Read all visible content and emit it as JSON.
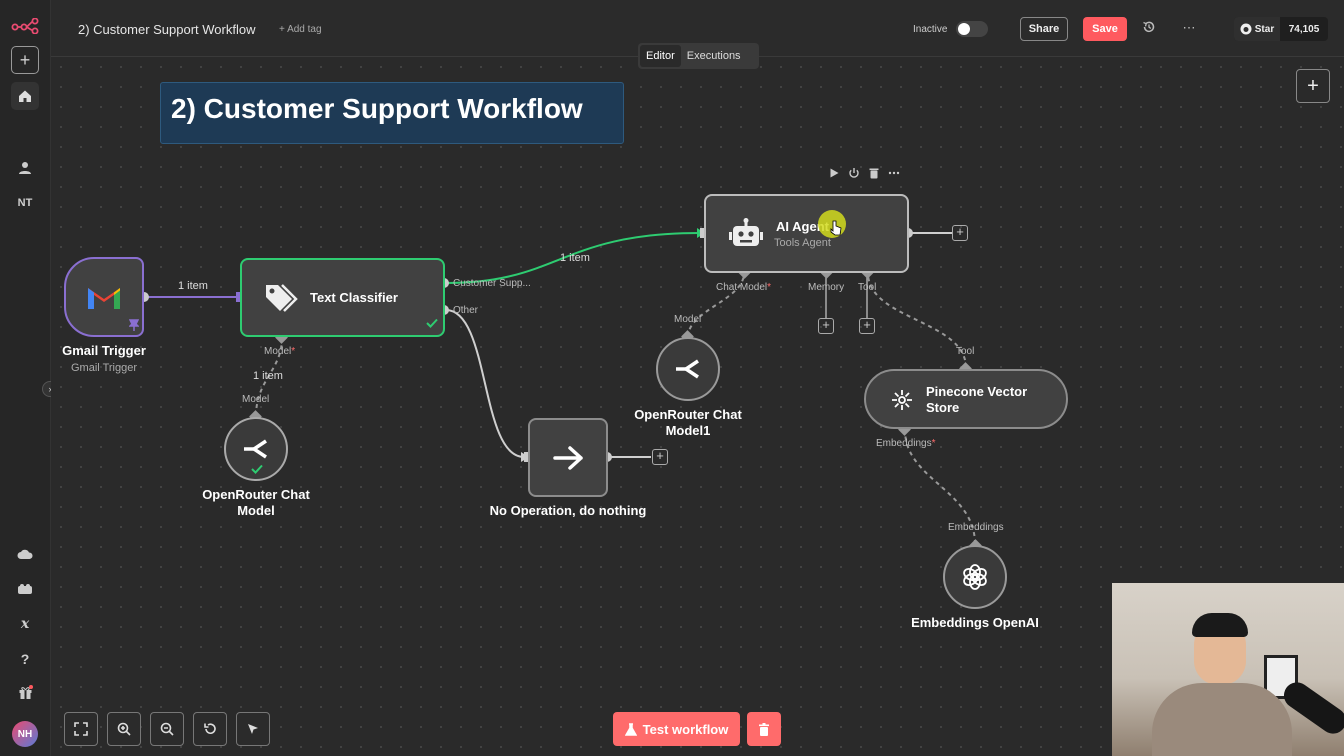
{
  "header": {
    "workflow_title": "2) Customer Support Workflow",
    "add_tag": "+ Add tag",
    "status_label": "Inactive",
    "share_label": "Share",
    "save_label": "Save",
    "github_star_label": "Star",
    "github_star_count": "74,105"
  },
  "tabs": [
    {
      "label": "Editor",
      "active": true
    },
    {
      "label": "Executions",
      "active": false
    }
  ],
  "sidebar": {
    "user_initials": "NT",
    "avatar_initials": "NH"
  },
  "sticky_note": {
    "text": "2) Customer Support Workflow",
    "color": "#1e3a55"
  },
  "nodes": {
    "gmail": {
      "label": "Gmail Trigger",
      "sublabel": "Gmail Trigger",
      "icon": "gmail-icon"
    },
    "classifier": {
      "label": "Text Classifier",
      "output_1": "Customer Supp...",
      "output_2": "Other",
      "input_label": "Model",
      "icon": "tag-icon"
    },
    "openrouter1": {
      "label": "OpenRouter Chat Model",
      "port_label": "Model",
      "icon": "openrouter-icon"
    },
    "noop": {
      "label": "No Operation, do nothing",
      "icon": "arrow-right-icon"
    },
    "agent": {
      "label": "AI Agent",
      "sublabel": "Tools Agent",
      "port_chat_model": "Chat Model",
      "port_memory": "Memory",
      "port_tool": "Tool",
      "icon": "robot-icon"
    },
    "openrouter2": {
      "label": "OpenRouter Chat Model1",
      "port_label": "Model",
      "icon": "openrouter-icon"
    },
    "pinecone": {
      "label": "Pinecone Vector Store",
      "port_tool": "Tool",
      "port_embeddings": "Embeddings",
      "icon": "pinecone-icon"
    },
    "embeddings": {
      "label": "Embeddings OpenAI",
      "port_label": "Embeddings",
      "icon": "openai-icon"
    }
  },
  "connections": {
    "gmail_to_classifier": "1 item",
    "classifier_to_agent": "1 item",
    "model_to_classifier": "1 item"
  },
  "bottom": {
    "test_label": "Test workflow"
  },
  "colors": {
    "accent": "#ff5a5f",
    "success": "#2ecc71",
    "trigger_border": "#8a6fd1",
    "required": "#ff6b6b"
  }
}
